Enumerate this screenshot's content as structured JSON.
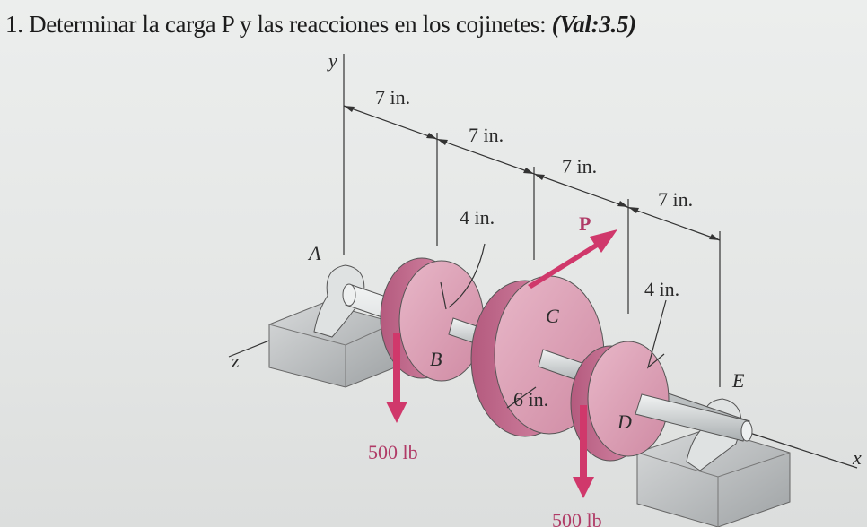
{
  "problem": {
    "number": "1.",
    "statement": "Determinar la carga P y las reacciones en los cojinetes:",
    "value": "(Val:3.5)"
  },
  "diagram": {
    "axes": {
      "y": "y",
      "z": "z",
      "x": "x"
    },
    "points": {
      "A": "A",
      "B": "B",
      "C": "C",
      "D": "D",
      "E": "E"
    },
    "spacings": [
      "7 in.",
      "7 in.",
      "7 in.",
      "7 in."
    ],
    "radius_B": "4 in.",
    "radius_C": "6 in.",
    "radius_D": "4 in.",
    "load_P": "P",
    "load_B": "500 lb",
    "load_D": "500 lb"
  },
  "colors": {
    "force": "#d0386b",
    "disk": "#d99ab0",
    "shaft": "#d6dada",
    "block": "#b9bcbd"
  }
}
